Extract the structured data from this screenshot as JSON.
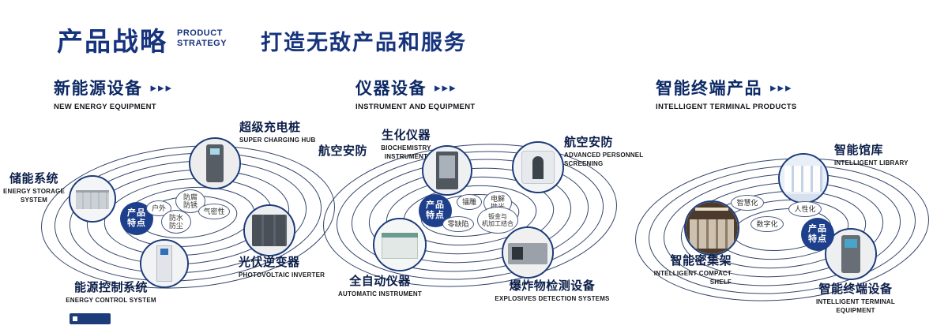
{
  "header": {
    "title": "产品战略",
    "subtitle_en": "PRODUCT\nSTRATEGY",
    "tagline": "打造无敌产品和服务"
  },
  "icons": {
    "chevrons": "▸▸▸"
  },
  "colors": {
    "navy": "#16337e",
    "ring": "#35466b",
    "center_circle": "#1d3f8c"
  },
  "clusters": [
    {
      "title": "新能源设备",
      "title_en": "NEW ENERGY EQUIPMENT",
      "center_label": "产品\n特点",
      "features": [
        "户外",
        "防腐\n防锈",
        "气密性",
        "防水\n防尘"
      ],
      "nodes": [
        {
          "label": "超级充电桩",
          "label_en": "SUPER CHARGING HUB"
        },
        {
          "label": "储能系统",
          "label_en": "ENERGY STORAGE\nSYSTEM"
        },
        {
          "label": "光伏逆变器",
          "label_en": "PHOTOVOLTAIC INVERTER"
        },
        {
          "label": "能源控制系统",
          "label_en": "ENERGY CONTROL SYSTEM"
        }
      ]
    },
    {
      "title": "仪器设备",
      "title_en": "INSTRUMENT AND EQUIPMENT",
      "side_label": "航空安防",
      "center_label": "产品\n特点",
      "features": [
        "镭雕",
        "电解\n抛光",
        "零缺陷",
        "钣金与\n机加工结合"
      ],
      "nodes": [
        {
          "label": "生化仪器",
          "label_en": "BIOCHEMISTRY INSTRUMENT"
        },
        {
          "label": "航空安防",
          "label_en": "ADVANCED PERSONNEL\nSCREENING"
        },
        {
          "label": "全自动仪器",
          "label_en": "AUTOMATIC INSTRUMENT"
        },
        {
          "label": "爆炸物检测设备",
          "label_en": "EXPLOSIVES DETECTION SYSTEMS"
        }
      ]
    },
    {
      "title": "智能终端产品",
      "title_en": "INTELLIGENT TERMINAL PRODUCTS",
      "center_label": "产品\n特点",
      "features": [
        "智慧化",
        "人性化",
        "数字化"
      ],
      "nodes": [
        {
          "label": "智能馆库",
          "label_en": "INTELLIGENT LIBRARY"
        },
        {
          "label": "智能密集架",
          "label_en": "INTELLIGENT COMPACT\nSHELF"
        },
        {
          "label": "智能终端设备",
          "label_en": "INTELLIGENT TERMINAL EQUIPMENT"
        }
      ]
    }
  ]
}
